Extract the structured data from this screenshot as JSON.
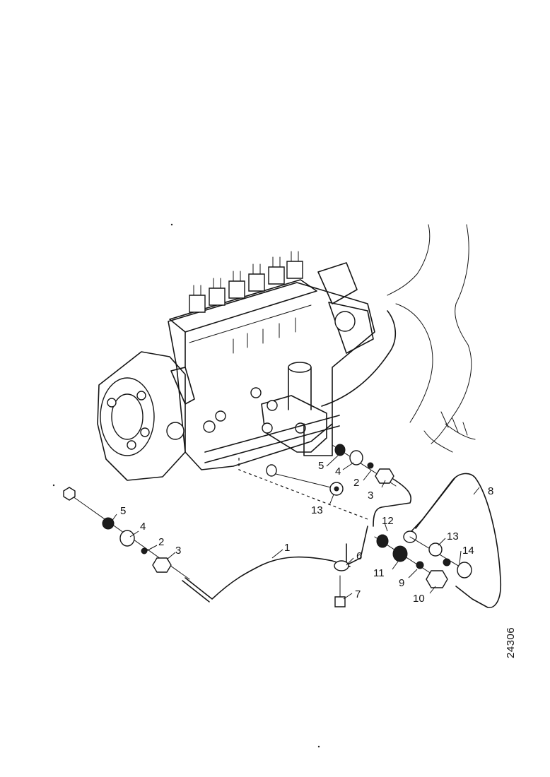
{
  "drawing": {
    "doc_number": "24306",
    "callouts": {
      "c1": "1",
      "c2_upper": "2",
      "c2_lower": "2",
      "c3_upper": "3",
      "c3_lower": "3",
      "c4_upper": "4",
      "c4_lower": "4",
      "c5_upper": "5",
      "c5_lower": "5",
      "c6": "6",
      "c7": "7",
      "c8": "8",
      "c9": "9",
      "c10": "10",
      "c11": "11",
      "c12": "12",
      "c13_left": "13",
      "c13_right": "13",
      "c14": "14"
    }
  }
}
